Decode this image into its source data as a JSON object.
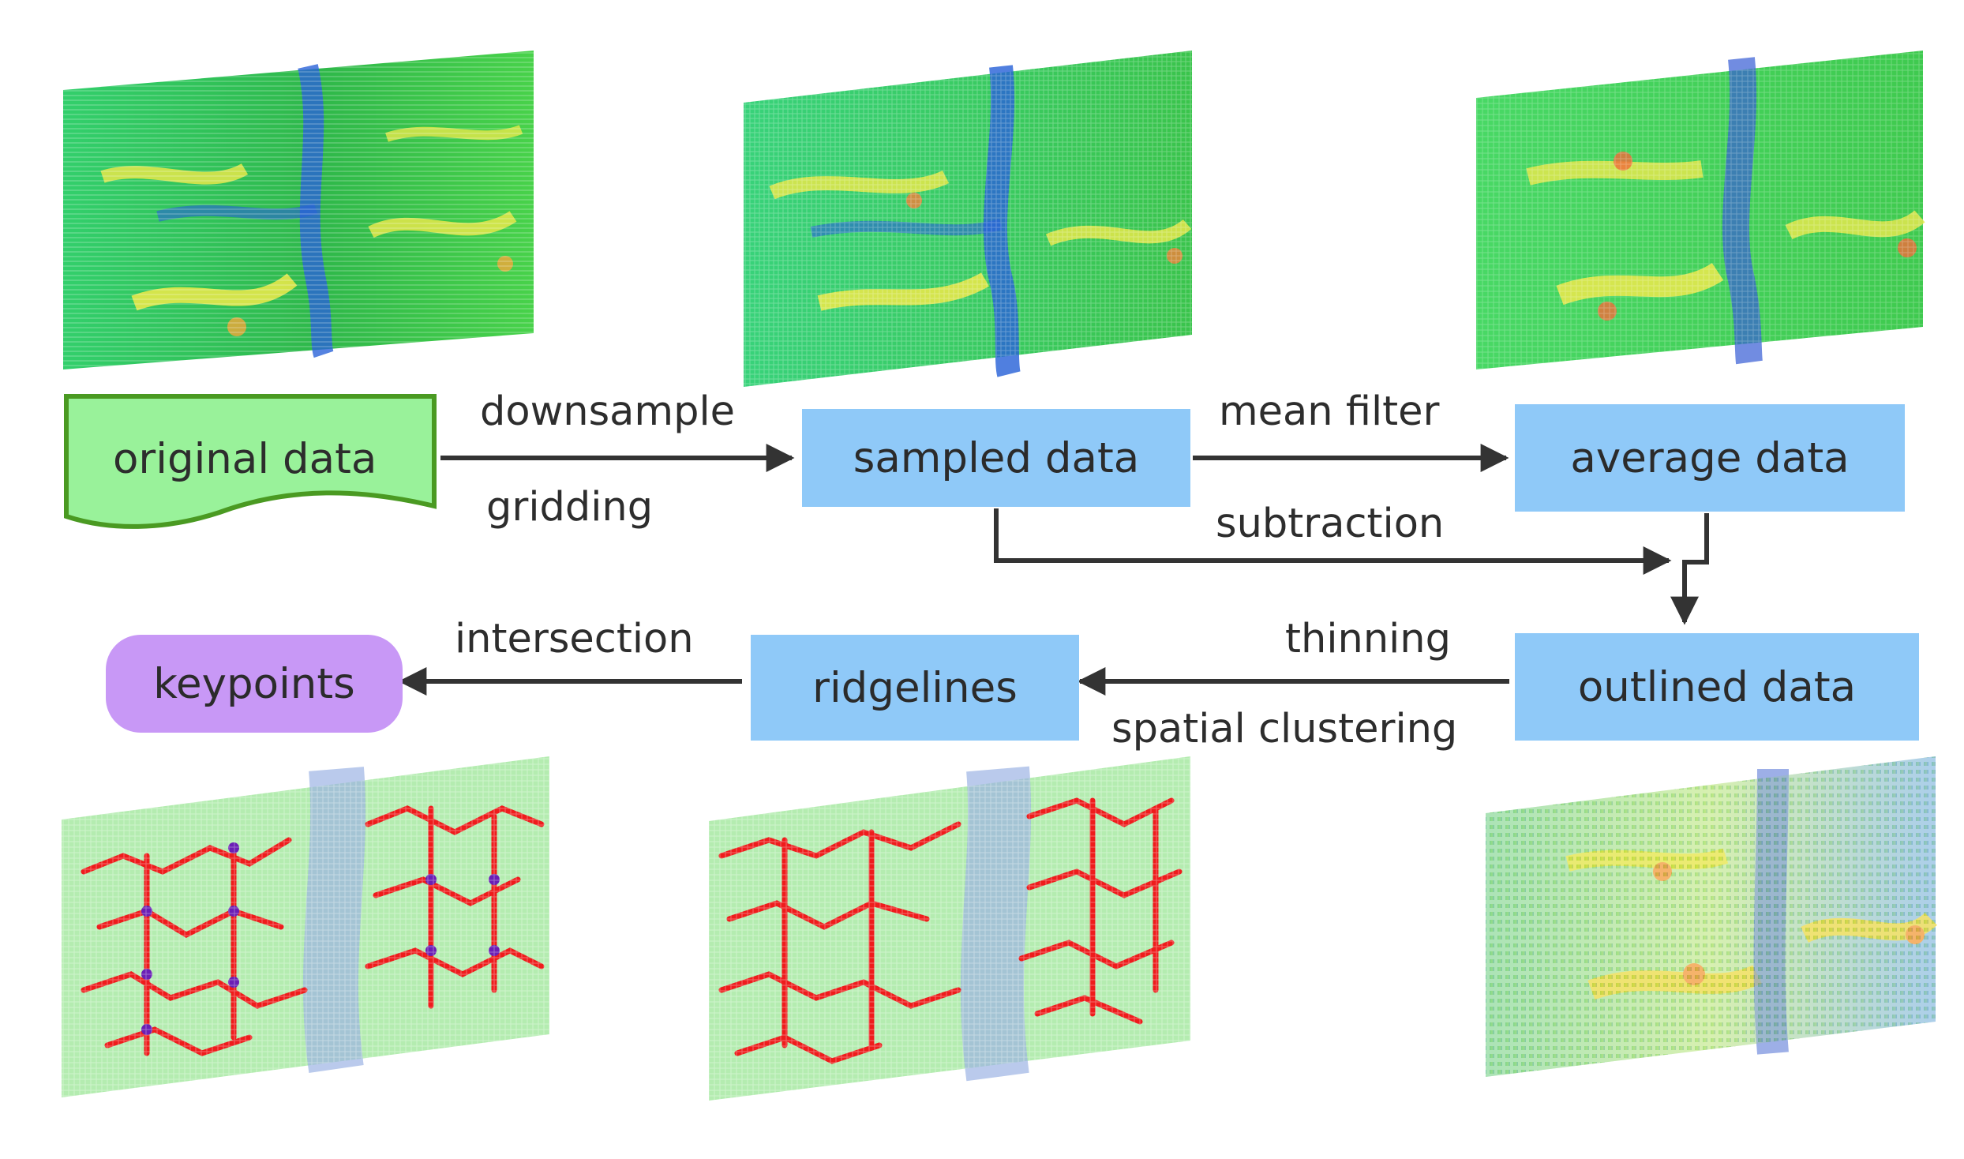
{
  "nodes": {
    "original": "original data",
    "sampled": "sampled data",
    "average": "average data",
    "outlined": "outlined data",
    "ridgelines": "ridgelines",
    "keypoints": "keypoints"
  },
  "edges": {
    "downsample": "downsample",
    "gridding": "gridding",
    "mean_filter": "mean filter",
    "subtraction": "subtraction",
    "thinning": "thinning",
    "spatial_clustering": "spatial clustering",
    "intersection": "intersection"
  },
  "colors": {
    "data_box_fill": "#99f29a",
    "data_box_stroke": "#4a9a22",
    "process_box": "#8fc9f8",
    "terminal_box": "#c898f6",
    "arrow": "#333333",
    "ridge": "#ee1c1c",
    "keypoint": "#6a1fb5"
  },
  "images": [
    "terrain-original-heatmap",
    "terrain-sampled-heatmap",
    "terrain-average-heatmap",
    "ridgelines-with-keypoints",
    "ridgelines-on-terrain",
    "outlined-terrain"
  ]
}
